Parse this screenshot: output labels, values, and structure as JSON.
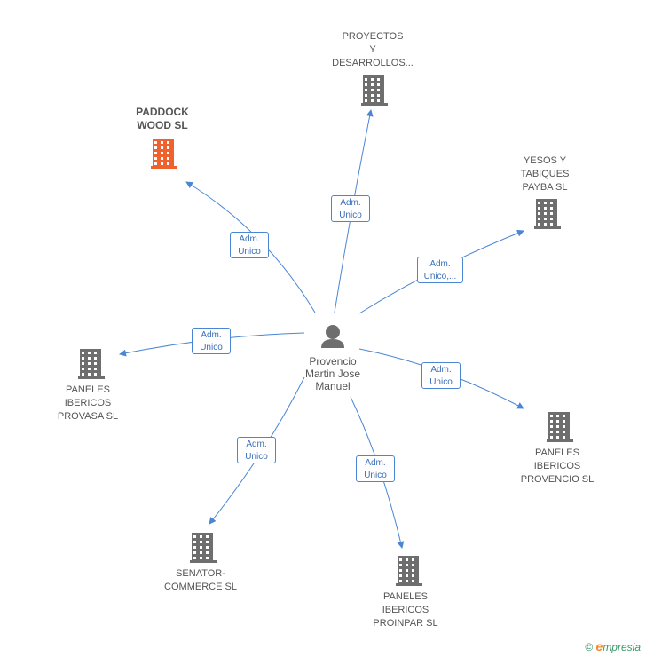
{
  "center": {
    "name": "Provencio\nMartin Jose\nManuel"
  },
  "colors": {
    "edge": "#4a86d4",
    "building": "#6e6e6e",
    "highlight": "#f0622d"
  },
  "nodes": [
    {
      "id": "paddock",
      "name": "PADDOCK\nWOOD SL",
      "highlight": true,
      "edge_label": "Adm.\nUnico"
    },
    {
      "id": "proyectos",
      "name": "PROYECTOS\nY\nDESARROLLOS...",
      "highlight": false,
      "edge_label": "Adm.\nUnico"
    },
    {
      "id": "yesos",
      "name": "YESOS Y\nTABIQUES\nPAYBA SL",
      "highlight": false,
      "edge_label": "Adm.\nUnico,..."
    },
    {
      "id": "provasa",
      "name": "PANELES\nIBERICOS\nPROVASA SL",
      "highlight": false,
      "edge_label": "Adm.\nUnico"
    },
    {
      "id": "provencio",
      "name": "PANELES\nIBERICOS\nPROVENCIO SL",
      "highlight": false,
      "edge_label": "Adm.\nUnico"
    },
    {
      "id": "senator",
      "name": "SENATOR-\nCOMMERCE SL",
      "highlight": false,
      "edge_label": "Adm.\nUnico"
    },
    {
      "id": "proinpar",
      "name": "PANELES\nIBERICOS\nPROINPAR SL",
      "highlight": false,
      "edge_label": "Adm.\nUnico"
    }
  ],
  "footer": {
    "copyright": "©",
    "brand_initial": "e",
    "brand_rest": "mpresia"
  }
}
